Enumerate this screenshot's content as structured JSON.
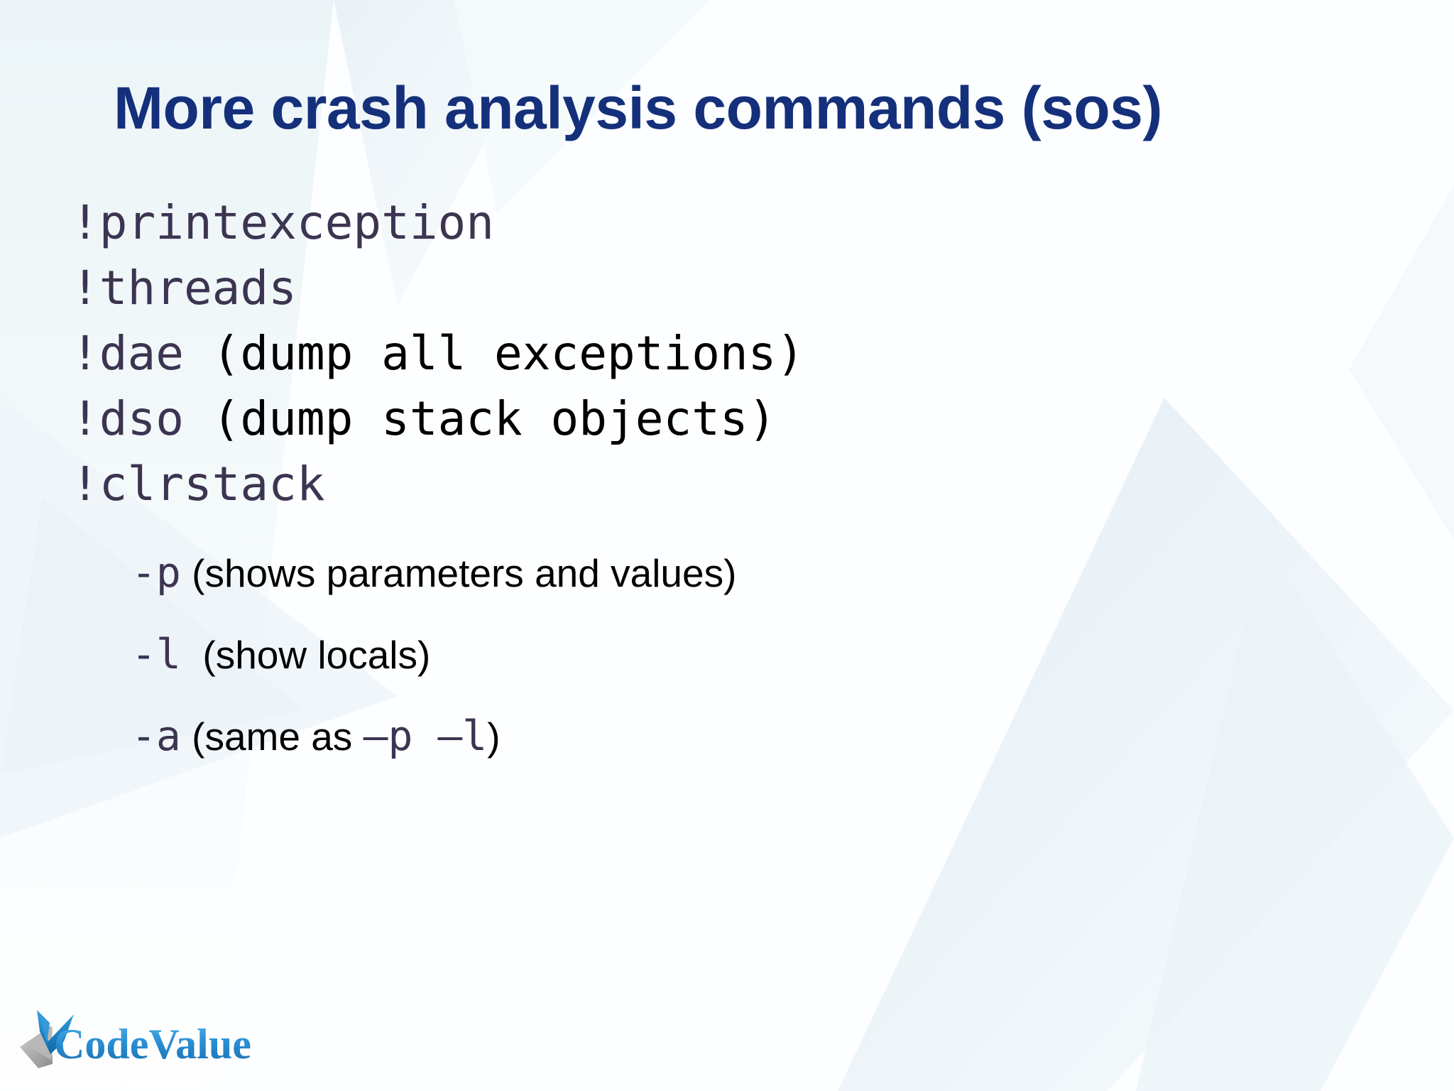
{
  "slide": {
    "title": "More crash analysis commands (sos)",
    "title_color": "#15307b",
    "command_color": "#3c3450",
    "description_color": "#000000",
    "background_color": "#fdfeff",
    "accent_shape_color": "#eaf2f7"
  },
  "commands": [
    {
      "name": "!printexception",
      "description": ""
    },
    {
      "name": "!threads",
      "description": ""
    },
    {
      "name": "!dae",
      "description": " (dump all exceptions)"
    },
    {
      "name": "!dso",
      "description": " (dump stack objects)"
    },
    {
      "name": "!clrstack",
      "description": ""
    }
  ],
  "options": [
    {
      "flag": "-p",
      "gap": " ",
      "text_before": "(shows parameters and values)",
      "code_a": "",
      "gap2": "",
      "code_b": "",
      "text_after": ""
    },
    {
      "flag": "-l",
      "gap": "  ",
      "text_before": "(show locals)",
      "code_a": "",
      "gap2": "",
      "code_b": "",
      "text_after": ""
    },
    {
      "flag": "-a",
      "gap": " ",
      "text_before": "(same as ",
      "code_a": "–p",
      "gap2": " ",
      "code_b": "–l",
      "text_after": ")"
    }
  ],
  "logo": {
    "text": "CodeValue",
    "mark_name": "codevalue-checkmark",
    "mark_color_blue": "#1f7fc4",
    "mark_color_gray": "#9a9a9a",
    "text_color": "#2a8fd4"
  }
}
